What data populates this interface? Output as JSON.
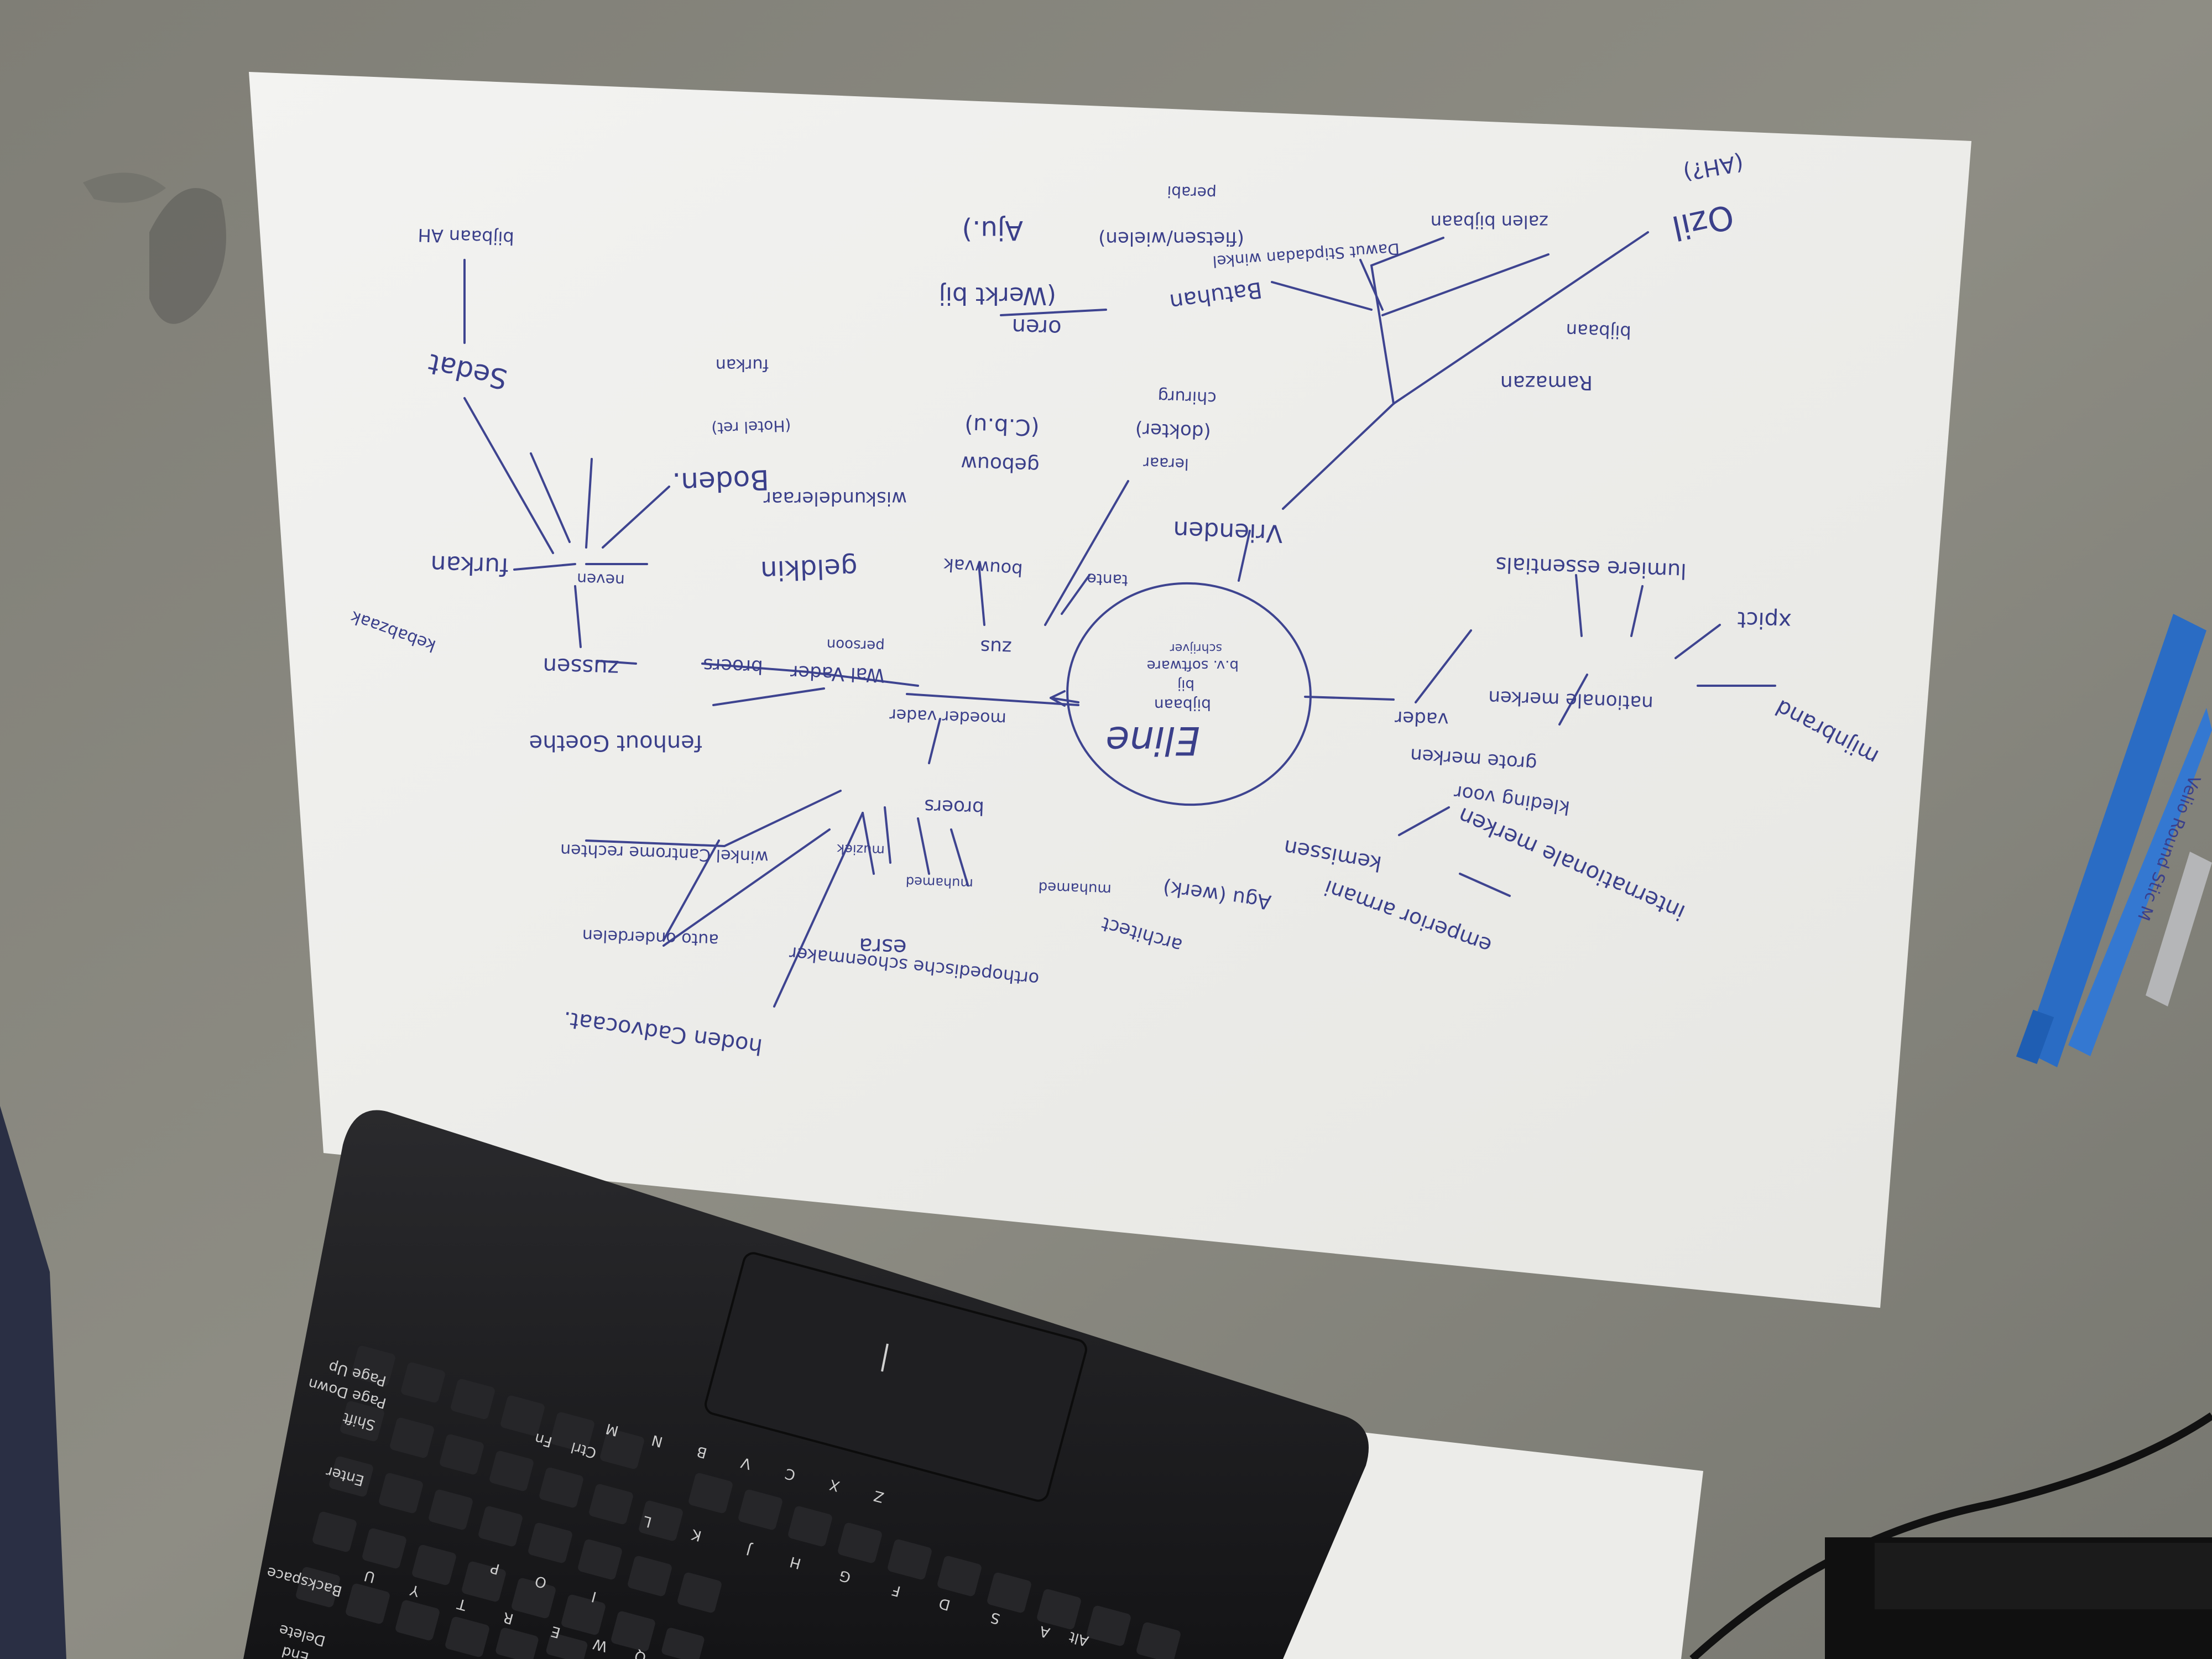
{
  "mindmap": {
    "center": {
      "title": "Eline",
      "subtitle_lines": [
        "bijbaan",
        "bij",
        "b.v. software",
        "schrijver"
      ]
    },
    "left_branch_words": [
      {
        "id": "wal-vader",
        "text": "Wal Vader",
        "size": 34
      },
      {
        "id": "persoon",
        "text": "persoon",
        "size": 26
      },
      {
        "id": "broers",
        "text": "broers",
        "size": 34
      },
      {
        "id": "zussen",
        "text": "zussen",
        "size": 40
      },
      {
        "id": "moeder",
        "text": "moeder vader",
        "size": 30
      },
      {
        "id": "fenhout",
        "text": "fenhout Goethe",
        "size": 40
      },
      {
        "id": "zus",
        "text": "zus",
        "size": 34
      },
      {
        "id": "tante",
        "text": "tante",
        "size": 28
      },
      {
        "id": "bouwvak",
        "text": "bouwvak",
        "size": 32
      },
      {
        "id": "gebouw",
        "text": "gebouw",
        "size": 36
      },
      {
        "id": "cbu",
        "text": "(C.b.u)",
        "size": 40
      },
      {
        "id": "broers2",
        "text": "broers",
        "size": 34
      },
      {
        "id": "muziek",
        "text": "muziek",
        "size": 24
      },
      {
        "id": "muhamed",
        "text": "muhamed",
        "size": 26
      },
      {
        "id": "muhamed2",
        "text": "muhamed",
        "size": 24
      },
      {
        "id": "architect",
        "text": "architect",
        "size": 34
      },
      {
        "id": "orthopedische",
        "text": "orthopedische schoenmaker",
        "size": 32
      },
      {
        "id": "esra",
        "text": "esra",
        "size": 40
      },
      {
        "id": "winkel",
        "text": "winkel Cantrome rechten",
        "size": 30
      },
      {
        "id": "auto",
        "text": "auto onderdelen",
        "size": 30
      },
      {
        "id": "advocaat",
        "text": "hoden Cadvocaat.",
        "size": 40
      },
      {
        "id": "neven",
        "text": "neven",
        "size": 28
      },
      {
        "id": "geldkin",
        "text": "geldkin",
        "size": 48
      },
      {
        "id": "wiskunde",
        "text": "wiskundeleraar",
        "size": 34
      },
      {
        "id": "boden",
        "text": "Boden.",
        "size": 50
      },
      {
        "id": "hotel",
        "text": "(Hotel ret)",
        "size": 28
      },
      {
        "id": "furkan",
        "text": "furkan",
        "size": 44
      },
      {
        "id": "furkan2",
        "text": "furkan",
        "size": 30
      },
      {
        "id": "kebabzaak",
        "text": "kebabzaak",
        "size": 30
      },
      {
        "id": "sedat",
        "text": "Sedat",
        "size": 50
      },
      {
        "id": "bijbaan-ah",
        "text": "bijbaan AH",
        "size": 32
      },
      {
        "id": "leraar",
        "text": "leraar",
        "size": 28
      },
      {
        "id": "dokter",
        "text": "(dokter)",
        "size": 34
      },
      {
        "id": "chirurg",
        "text": "chirurg",
        "size": 30
      }
    ],
    "right_branch_words": [
      {
        "id": "vrienden",
        "text": "Vrienden",
        "size": 44
      },
      {
        "id": "oren",
        "text": "oren",
        "size": 40
      },
      {
        "id": "batuhan",
        "text": "Batuhan",
        "size": 40
      },
      {
        "id": "werkt",
        "text": "(Werkt bij",
        "size": 44
      },
      {
        "id": "aju",
        "text": "Aju.)",
        "size": 48
      },
      {
        "id": "fiets",
        "text": "(fietsen/wielen)",
        "size": 34
      },
      {
        "id": "perabi",
        "text": "perabi",
        "size": 28
      },
      {
        "id": "dawut",
        "text": "Dawut Stipdadan winkel",
        "size": 28
      },
      {
        "id": "zalen",
        "text": "zalen bijbaan",
        "size": 32
      },
      {
        "id": "ozil",
        "text": "Ozil",
        "size": 60
      },
      {
        "id": "ah",
        "text": "(AH?)",
        "size": 40
      },
      {
        "id": "ramazan",
        "text": "Ramazan",
        "size": 36
      },
      {
        "id": "bijbaan2",
        "text": "bijbaan",
        "size": 32
      },
      {
        "id": "vader",
        "text": "vader",
        "size": 34
      },
      {
        "id": "nationale",
        "text": "nationale merken",
        "size": 34
      },
      {
        "id": "lumiere",
        "text": "lumiere essentials",
        "size": 38
      },
      {
        "id": "xpict",
        "text": "xpict",
        "size": 40
      },
      {
        "id": "mijnbrand",
        "text": "mijnbrand",
        "size": 40
      },
      {
        "id": "kleding",
        "text": "kleding voor",
        "size": 34
      },
      {
        "id": "grote",
        "text": "grote merken",
        "size": 34
      },
      {
        "id": "internationale",
        "text": "internationale merken",
        "size": 40
      },
      {
        "id": "emperior",
        "text": "emperior armani",
        "size": 38
      },
      {
        "id": "kemissen",
        "text": "kemissen",
        "size": 38
      },
      {
        "id": "agu",
        "text": "Agu (werk)",
        "size": 36
      }
    ]
  },
  "keyboard": {
    "keys": [
      "Q",
      "W",
      "E",
      "R",
      "T",
      "Y",
      "U",
      "I",
      "O",
      "P",
      "A",
      "S",
      "D",
      "F",
      "G",
      "H",
      "J",
      "K",
      "L",
      "Z",
      "X",
      "C",
      "V",
      "B",
      "N",
      "M",
      "Alt",
      "Ctrl",
      "Fn",
      "Shift",
      "Enter",
      "Backspace",
      "Delete",
      "Page Up",
      "Page Down",
      "End"
    ]
  },
  "pen": {
    "label": "Velio Round Stic M"
  },
  "colors": {
    "desk": "#8a8a80",
    "paper": "#f1f1ef",
    "ink": "#3e4490",
    "keyboard": "#1c1c1e",
    "pen_blue": "#2a6cc4"
  }
}
